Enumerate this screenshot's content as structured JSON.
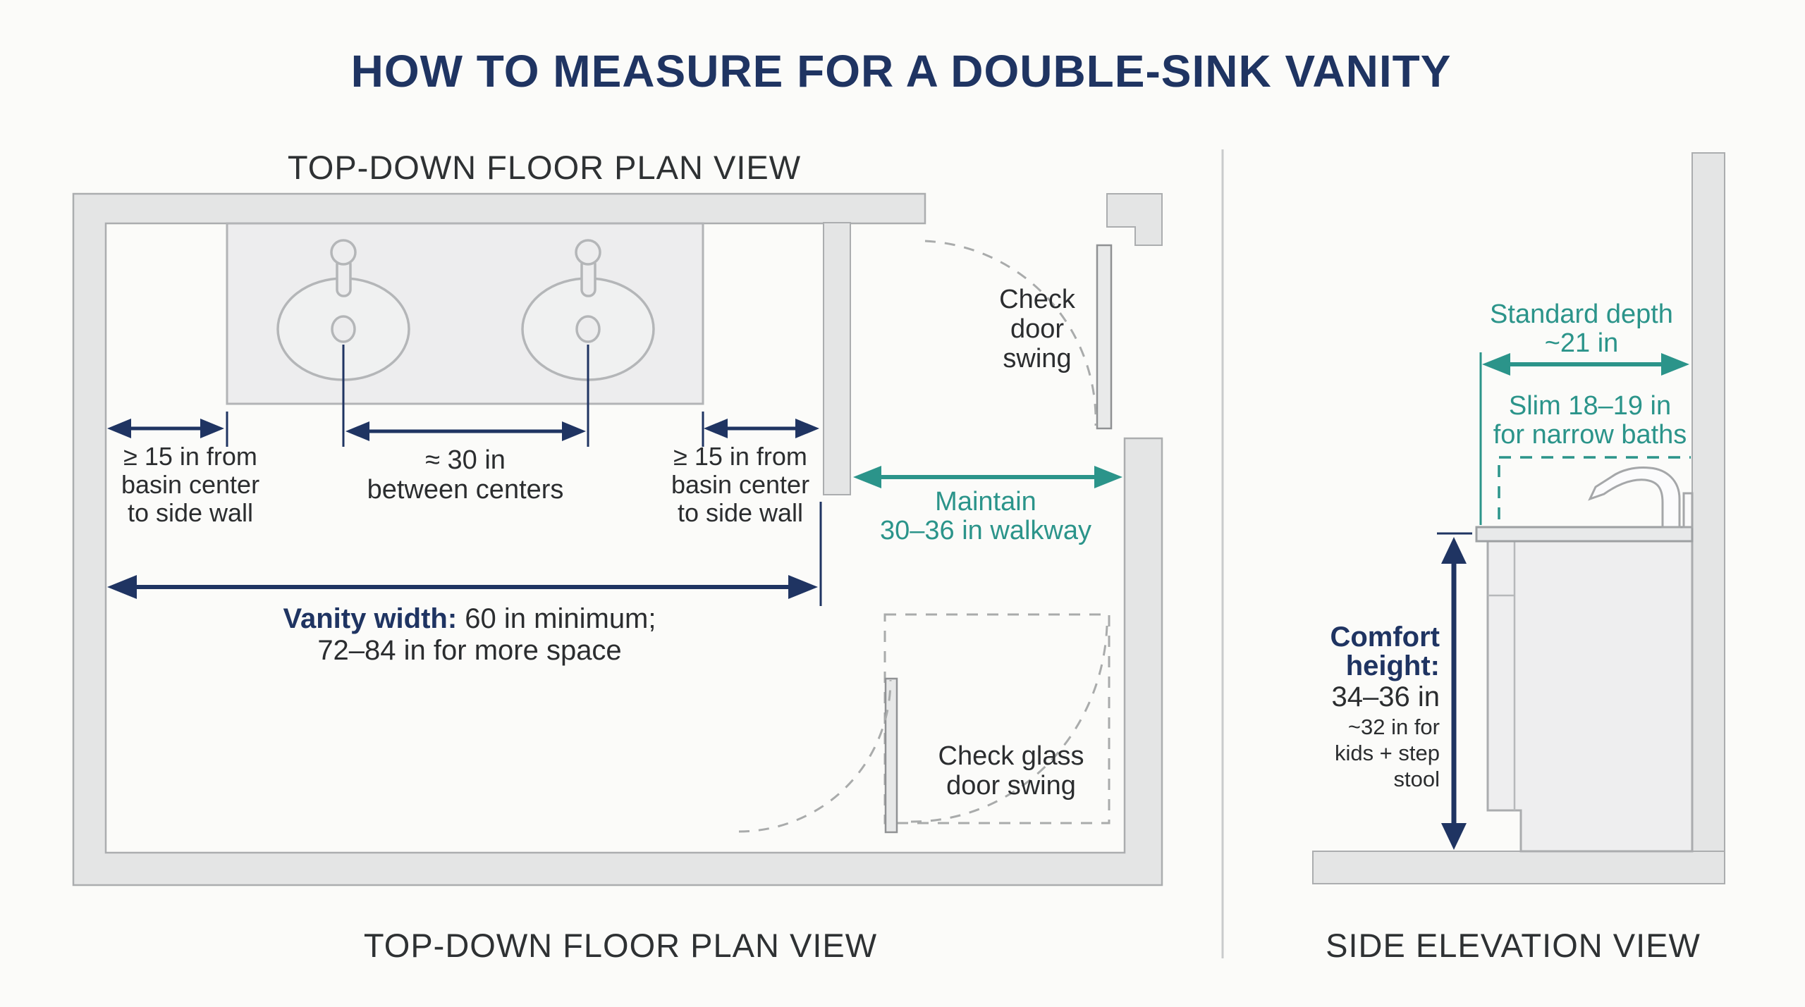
{
  "title": "HOW TO MEASURE FOR A DOUBLE-SINK VANITY",
  "colors": {
    "navy_accent": "#1f3462",
    "teal_accent": "#2b948a",
    "wall_fill": "#e4e5e5",
    "wall_edge": "#abadaf",
    "vanity_fill": "#ededee",
    "text_dark": "#2b2d2f"
  },
  "floor_plan": {
    "heading": "TOP-DOWN FLOOR PLAN VIEW",
    "caption": "TOP-DOWN FLOOR PLAN VIEW",
    "left_clearance": {
      "lines": [
        "≥ 15 in from",
        "basin center",
        "to side wall"
      ]
    },
    "between_centers": {
      "lines": [
        "≈ 30 in",
        "between centers"
      ]
    },
    "right_clearance": {
      "lines": [
        "≥ 15 in from",
        "basin center",
        "to side wall"
      ]
    },
    "vanity_width": {
      "label_bold": "Vanity width:",
      "label_rest": " 60 in minimum;",
      "line2": "72–84 in for more space"
    },
    "walkway": {
      "lines": [
        "Maintain",
        "30–36 in walkway"
      ]
    },
    "door_swing": {
      "lines": [
        "Check",
        "door",
        "swing"
      ]
    },
    "glass_door": {
      "lines": [
        "Check glass",
        "door swing"
      ]
    }
  },
  "side_elevation": {
    "caption": "SIDE ELEVATION VIEW",
    "standard_depth": {
      "lines": [
        "Standard depth",
        "~21 in"
      ]
    },
    "slim_depth": {
      "lines": [
        "Slim 18–19 in",
        "for narrow baths"
      ]
    },
    "comfort_height": {
      "title_lines": [
        "Comfort",
        "height:"
      ],
      "range": "34–36 in",
      "note_lines": [
        "~32 in for",
        "kids + step",
        "stool"
      ]
    }
  }
}
